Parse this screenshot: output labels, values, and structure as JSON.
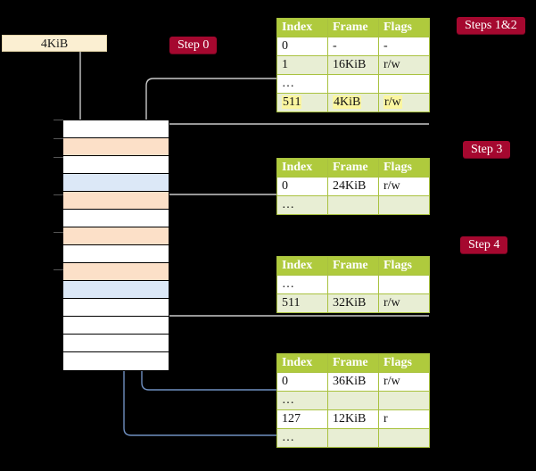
{
  "diagram": {
    "title_badges": [
      {
        "name": "step-0",
        "label": "Step 0"
      },
      {
        "name": "steps-1-2",
        "label": "Steps 1&2"
      },
      {
        "name": "step-3",
        "label": "Step 3"
      },
      {
        "name": "step-4",
        "label": "Step 4"
      }
    ],
    "size_label": "4KiB",
    "colors": {
      "badge_background": "#A5082F",
      "badge_text": "#FFFFFF",
      "table_header_background": "#AFCA3D",
      "table_header_text": "#FFFFFF",
      "table_alt_row": "#E8EED4",
      "table_border": "#A9C23F",
      "highlight": "#FBF6A0",
      "memory_orange": "#FCE0C8",
      "memory_blue": "#DCE8F7",
      "size_label_background": "#FBEFD2",
      "connector_grey": "#BFBFBF",
      "connector_blue": "#6F8FC0",
      "page_background": "#000000"
    },
    "memory_column": {
      "name": "physical-memory-column",
      "rows": [
        {
          "index": 0,
          "fill": "white"
        },
        {
          "index": 1,
          "fill": "orange"
        },
        {
          "index": 2,
          "fill": "white"
        },
        {
          "index": 3,
          "fill": "blue"
        },
        {
          "index": 4,
          "fill": "orange"
        },
        {
          "index": 5,
          "fill": "white"
        },
        {
          "index": 6,
          "fill": "orange"
        },
        {
          "index": 7,
          "fill": "white"
        },
        {
          "index": 8,
          "fill": "orange"
        },
        {
          "index": 9,
          "fill": "blue"
        },
        {
          "index": 10,
          "fill": "white"
        },
        {
          "index": 11,
          "fill": "white"
        },
        {
          "index": 12,
          "fill": "white"
        },
        {
          "index": 13,
          "fill": "white"
        }
      ],
      "tick_rows": [
        0,
        1,
        2,
        4,
        6,
        8
      ]
    }
  },
  "tables": [
    {
      "name": "page-table-level-4",
      "headers": [
        "Index",
        "Frame",
        "Flags"
      ],
      "rows": [
        {
          "style": "plain",
          "cells": [
            "0",
            "-",
            "-"
          ],
          "highlight": [
            false,
            false,
            false
          ]
        },
        {
          "style": "alt",
          "cells": [
            "1",
            "16KiB",
            "r/w"
          ],
          "highlight": [
            false,
            false,
            false
          ]
        },
        {
          "style": "plain",
          "cells": [
            "…",
            "",
            ""
          ],
          "highlight": [
            false,
            false,
            false
          ]
        },
        {
          "style": "alt",
          "cells": [
            "511",
            "4KiB",
            "r/w"
          ],
          "highlight": [
            true,
            true,
            true
          ]
        }
      ]
    },
    {
      "name": "page-table-level-3",
      "headers": [
        "Index",
        "Frame",
        "Flags"
      ],
      "rows": [
        {
          "style": "plain",
          "cells": [
            "0",
            "24KiB",
            "r/w"
          ],
          "highlight": [
            false,
            false,
            false
          ]
        },
        {
          "style": "alt",
          "cells": [
            "…",
            "",
            ""
          ],
          "highlight": [
            false,
            false,
            false
          ]
        }
      ]
    },
    {
      "name": "page-table-level-2",
      "headers": [
        "Index",
        "Frame",
        "Flags"
      ],
      "rows": [
        {
          "style": "plain",
          "cells": [
            "…",
            "",
            ""
          ],
          "highlight": [
            false,
            false,
            false
          ]
        },
        {
          "style": "alt",
          "cells": [
            "511",
            "32KiB",
            "r/w"
          ],
          "highlight": [
            false,
            false,
            false
          ]
        }
      ]
    },
    {
      "name": "page-table-level-1",
      "headers": [
        "Index",
        "Frame",
        "Flags"
      ],
      "rows": [
        {
          "style": "plain",
          "cells": [
            "0",
            "36KiB",
            "r/w"
          ],
          "highlight": [
            false,
            false,
            false
          ]
        },
        {
          "style": "alt",
          "cells": [
            "…",
            "",
            ""
          ],
          "highlight": [
            false,
            false,
            false
          ]
        },
        {
          "style": "plain",
          "cells": [
            "127",
            "12KiB",
            "r"
          ],
          "highlight": [
            false,
            false,
            false
          ]
        },
        {
          "style": "alt",
          "cells": [
            "…",
            "",
            ""
          ],
          "highlight": [
            false,
            false,
            false
          ]
        }
      ]
    }
  ]
}
